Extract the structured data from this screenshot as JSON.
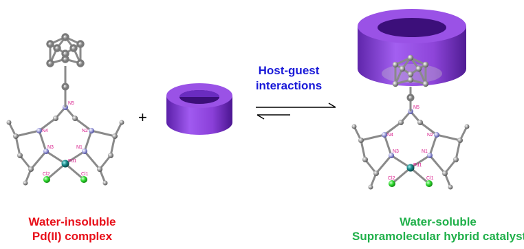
{
  "plus_sign": "+",
  "arrow_label": {
    "line1": "Host-guest",
    "line2": "interactions"
  },
  "left_caption": {
    "line1": "Water-insoluble",
    "line2": "Pd(II) complex"
  },
  "right_caption": {
    "line1": "Water-soluble",
    "line2": "Supramolecular hybrid catalyst"
  },
  "atom_labels": [
    "N5",
    "N4",
    "N2",
    "N3",
    "N1",
    "Pd1",
    "Cl2",
    "Cl1"
  ],
  "colors": {
    "left_caption": "#e8101a",
    "right_caption": "#20b04a",
    "arrow_label": "#1a1ad8",
    "host_ring": "#8a3fd8",
    "carbon": "#8c8c8c",
    "nitrogen": "#9a9ad8",
    "palladium": "#1a8a8a",
    "chlorine": "#22cc22",
    "atom_label": "#d81a8a"
  }
}
